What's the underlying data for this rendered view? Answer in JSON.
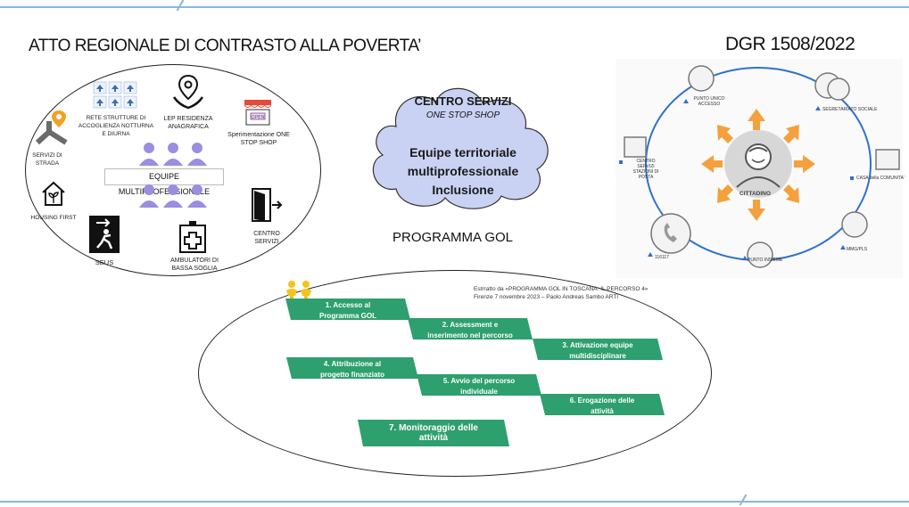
{
  "title_left": "ATTO REGIONALE DI CONTRASTO ALLA POVERTA’",
  "title_right": "DGR 1508/2022",
  "left_ellipse": {
    "services": [
      {
        "id": "rete",
        "label": "RETE STRUTTURE DI ACCOGLIENZA NOTTURNA E DIURNA",
        "icon": "arrows-grid-icon"
      },
      {
        "id": "lep",
        "label": "LEP RESIDENZA ANAGRAFICA",
        "icon": "location-hand-icon"
      },
      {
        "id": "sperimentazione",
        "label": "Sperimentazione ONE STOP SHOP",
        "icon": "open-shop-icon"
      },
      {
        "id": "strada",
        "label": "SERVIZI DI STRADA",
        "icon": "road-pin-icon"
      },
      {
        "id": "housing",
        "label": "HOUSING FIRST",
        "icon": "house-plant-icon"
      },
      {
        "id": "centro",
        "label": "CENTRO SERVIZI",
        "icon": "door-exit-icon"
      },
      {
        "id": "seus",
        "label": "SEUS",
        "icon": "emergency-exit-icon"
      },
      {
        "id": "ambulatori",
        "label": "AMBULATORI DI BASSA SOGLIA",
        "icon": "medical-cross-icon"
      }
    ],
    "equipe_label": "EQUIPE MULTIPROFESSIONALE"
  },
  "cloud": {
    "line1": "CENTRO SERVIZI",
    "line2": "ONE STOP SHOP",
    "line3": "Equipe territoriale",
    "line4": "multiprofessionale",
    "line5": "Inclusione"
  },
  "gol_title": "PROGRAMMA GOL",
  "gol_source": "Estrratto da «PROGRAMMA GOL IN TOSCANA: IL PERCORSO 4» Firenze 7 novembre 2023 – Paolo Andreas Sambo ARTI",
  "gol_steps": [
    {
      "l1": "1. Accesso al",
      "l2": "Programma GOL"
    },
    {
      "l1": "2. Assessment e",
      "l2": "inserimento nel percorso"
    },
    {
      "l1": "3. Attivazione equipe",
      "l2": "multidisciplinare"
    },
    {
      "l1": "4. Attribuzione al",
      "l2": "progetto finanziato"
    },
    {
      "l1": "5. Avvio del percorso",
      "l2": "individuale"
    },
    {
      "l1": "6. Erogazione delle",
      "l2": "attività"
    },
    {
      "l1": "7. Monitoraggio delle",
      "l2": "attività"
    }
  ],
  "right_diagram": {
    "center_label": "CITTADINO",
    "nodes": [
      {
        "label": "PUNTO UNICO ACCESSO",
        "icon": "person-icon"
      },
      {
        "label": "SEGRETARIATO SOCIALE",
        "icon": "couple-icon"
      },
      {
        "label": "CASA della COMUNITA'",
        "icon": "building-icon"
      },
      {
        "label": "MMG/PLS",
        "icon": "doctor-icon"
      },
      {
        "label": "PUNTO INSIEME",
        "icon": "elder-icon"
      },
      {
        "label": "116117",
        "icon": "phone-icon"
      },
      {
        "label": "CENTRO SERVIZI STAZIONI DI POSTA",
        "icon": "post-office-icon"
      }
    ]
  },
  "colors": {
    "green": "#2e9f6e",
    "orange": "#f5a03d",
    "cloud": "#c9d2f3",
    "blue": "#3a7bd5",
    "people": "#9a8ee0"
  }
}
